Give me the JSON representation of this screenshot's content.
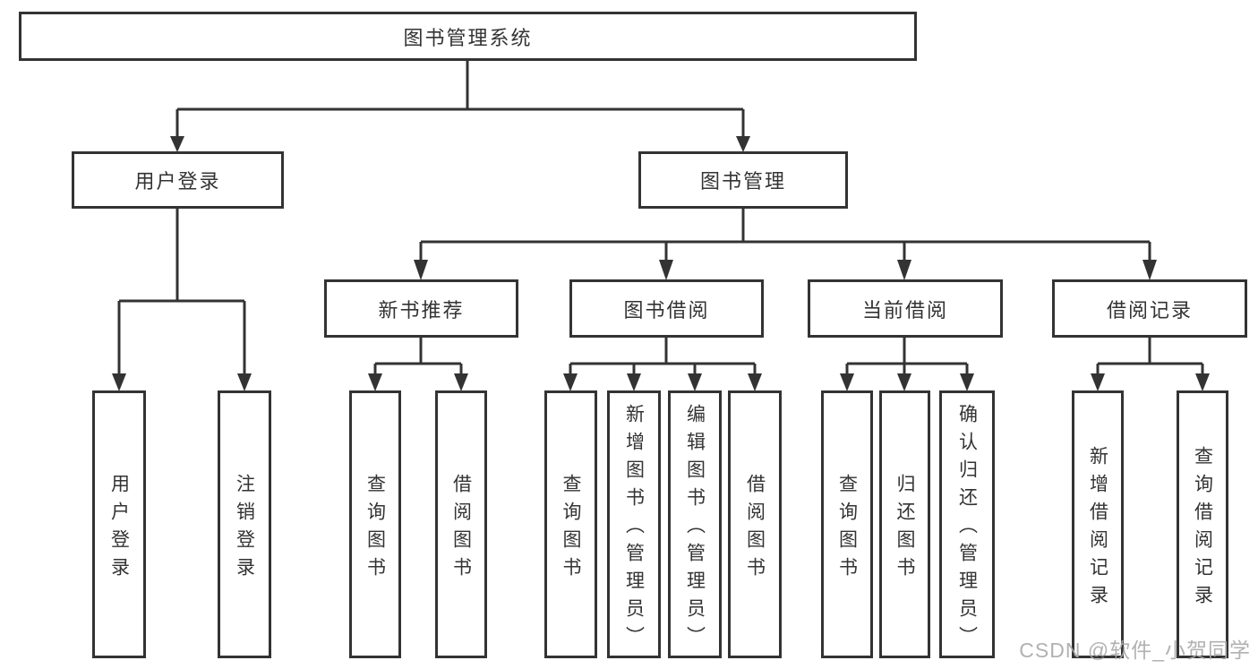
{
  "tree": {
    "label": "图书管理系统",
    "children": [
      {
        "label": "用户登录",
        "children": [
          {
            "label": "用户登录"
          },
          {
            "label": "注销登录"
          }
        ]
      },
      {
        "label": "图书管理",
        "children": [
          {
            "label": "新书推荐",
            "children": [
              {
                "label": "查询图书"
              },
              {
                "label": "借阅图书"
              }
            ]
          },
          {
            "label": "图书借阅",
            "children": [
              {
                "label": "查询图书"
              },
              {
                "label": "新增图书（管理员）"
              },
              {
                "label": "编辑图书（管理员）"
              },
              {
                "label": "借阅图书"
              }
            ]
          },
          {
            "label": "当前借阅",
            "children": [
              {
                "label": "查询图书"
              },
              {
                "label": "归还图书"
              },
              {
                "label": "确认归还（管理员）"
              }
            ]
          },
          {
            "label": "借阅记录",
            "children": [
              {
                "label": "新增借阅记录"
              },
              {
                "label": "查询借阅记录"
              }
            ]
          }
        ]
      }
    ]
  },
  "watermark": {
    "text": "CSDN @软件_小贺同学"
  },
  "colors": {
    "line": "#333333",
    "text": "#333333",
    "box_background": "#ffffff",
    "page_background": "#ffffff",
    "watermark": "#a8a8a8"
  }
}
